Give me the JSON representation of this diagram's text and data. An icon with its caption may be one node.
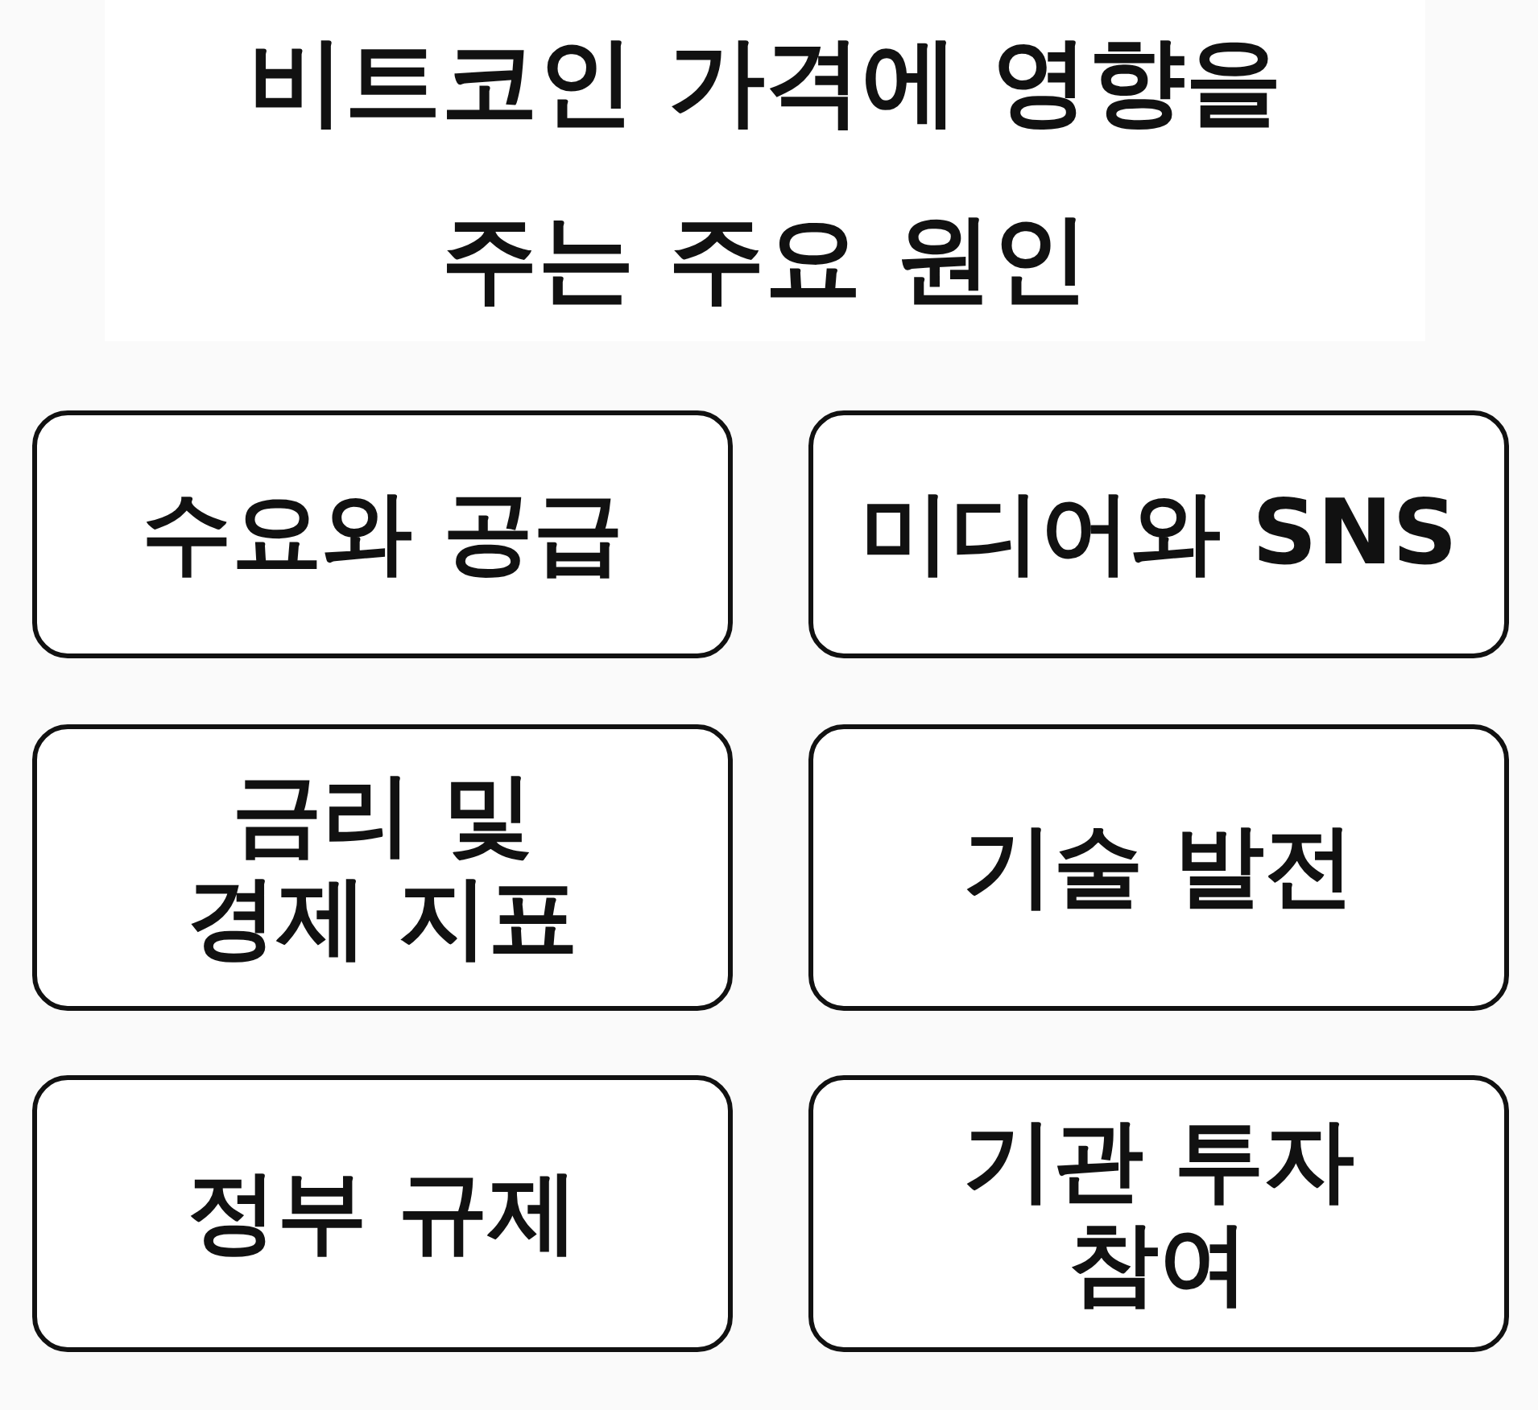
{
  "diagram": {
    "title": "비트코인 가격에 영향을 주는 주요 원인",
    "nodes": [
      {
        "text": [
          "수요와 공급"
        ]
      },
      {
        "text": [
          "미디어와 SNS"
        ]
      },
      {
        "text": [
          "금리 및 경제 지표"
        ]
      },
      {
        "text": [
          "기술 발전"
        ]
      },
      {
        "text": [
          "정부 규제"
        ]
      },
      {
        "text": [
          "기관 투자 참여"
        ]
      }
    ]
  }
}
